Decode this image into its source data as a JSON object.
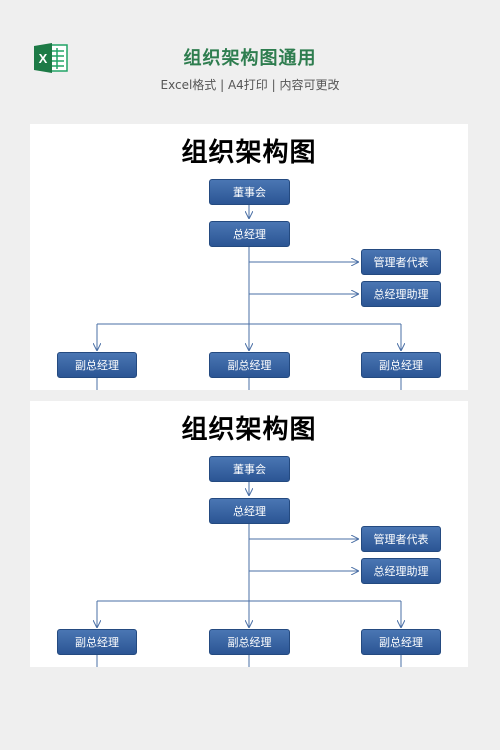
{
  "header": {
    "title": "组织架构图通用",
    "subtitle": "Excel格式 | A4打印 | 内容可更改"
  },
  "sheets": [
    {
      "title": "组织架构图",
      "nodes": {
        "board": "董事会",
        "gm": "总经理",
        "rep": "管理者代表",
        "assistant": "总经理助理",
        "vp_left": "副总经理",
        "vp_center": "副总经理",
        "vp_right": "副总经理"
      }
    },
    {
      "title": "组织架构图",
      "nodes": {
        "board": "董事会",
        "gm": "总经理",
        "rep": "管理者代表",
        "assistant": "总经理助理",
        "vp_left": "副总经理",
        "vp_center": "副总经理",
        "vp_right": "副总经理"
      }
    }
  ],
  "colors": {
    "title_green": "#2e7d4f",
    "box_blue": "#3b66a6",
    "line_blue": "#4a6fa5"
  }
}
